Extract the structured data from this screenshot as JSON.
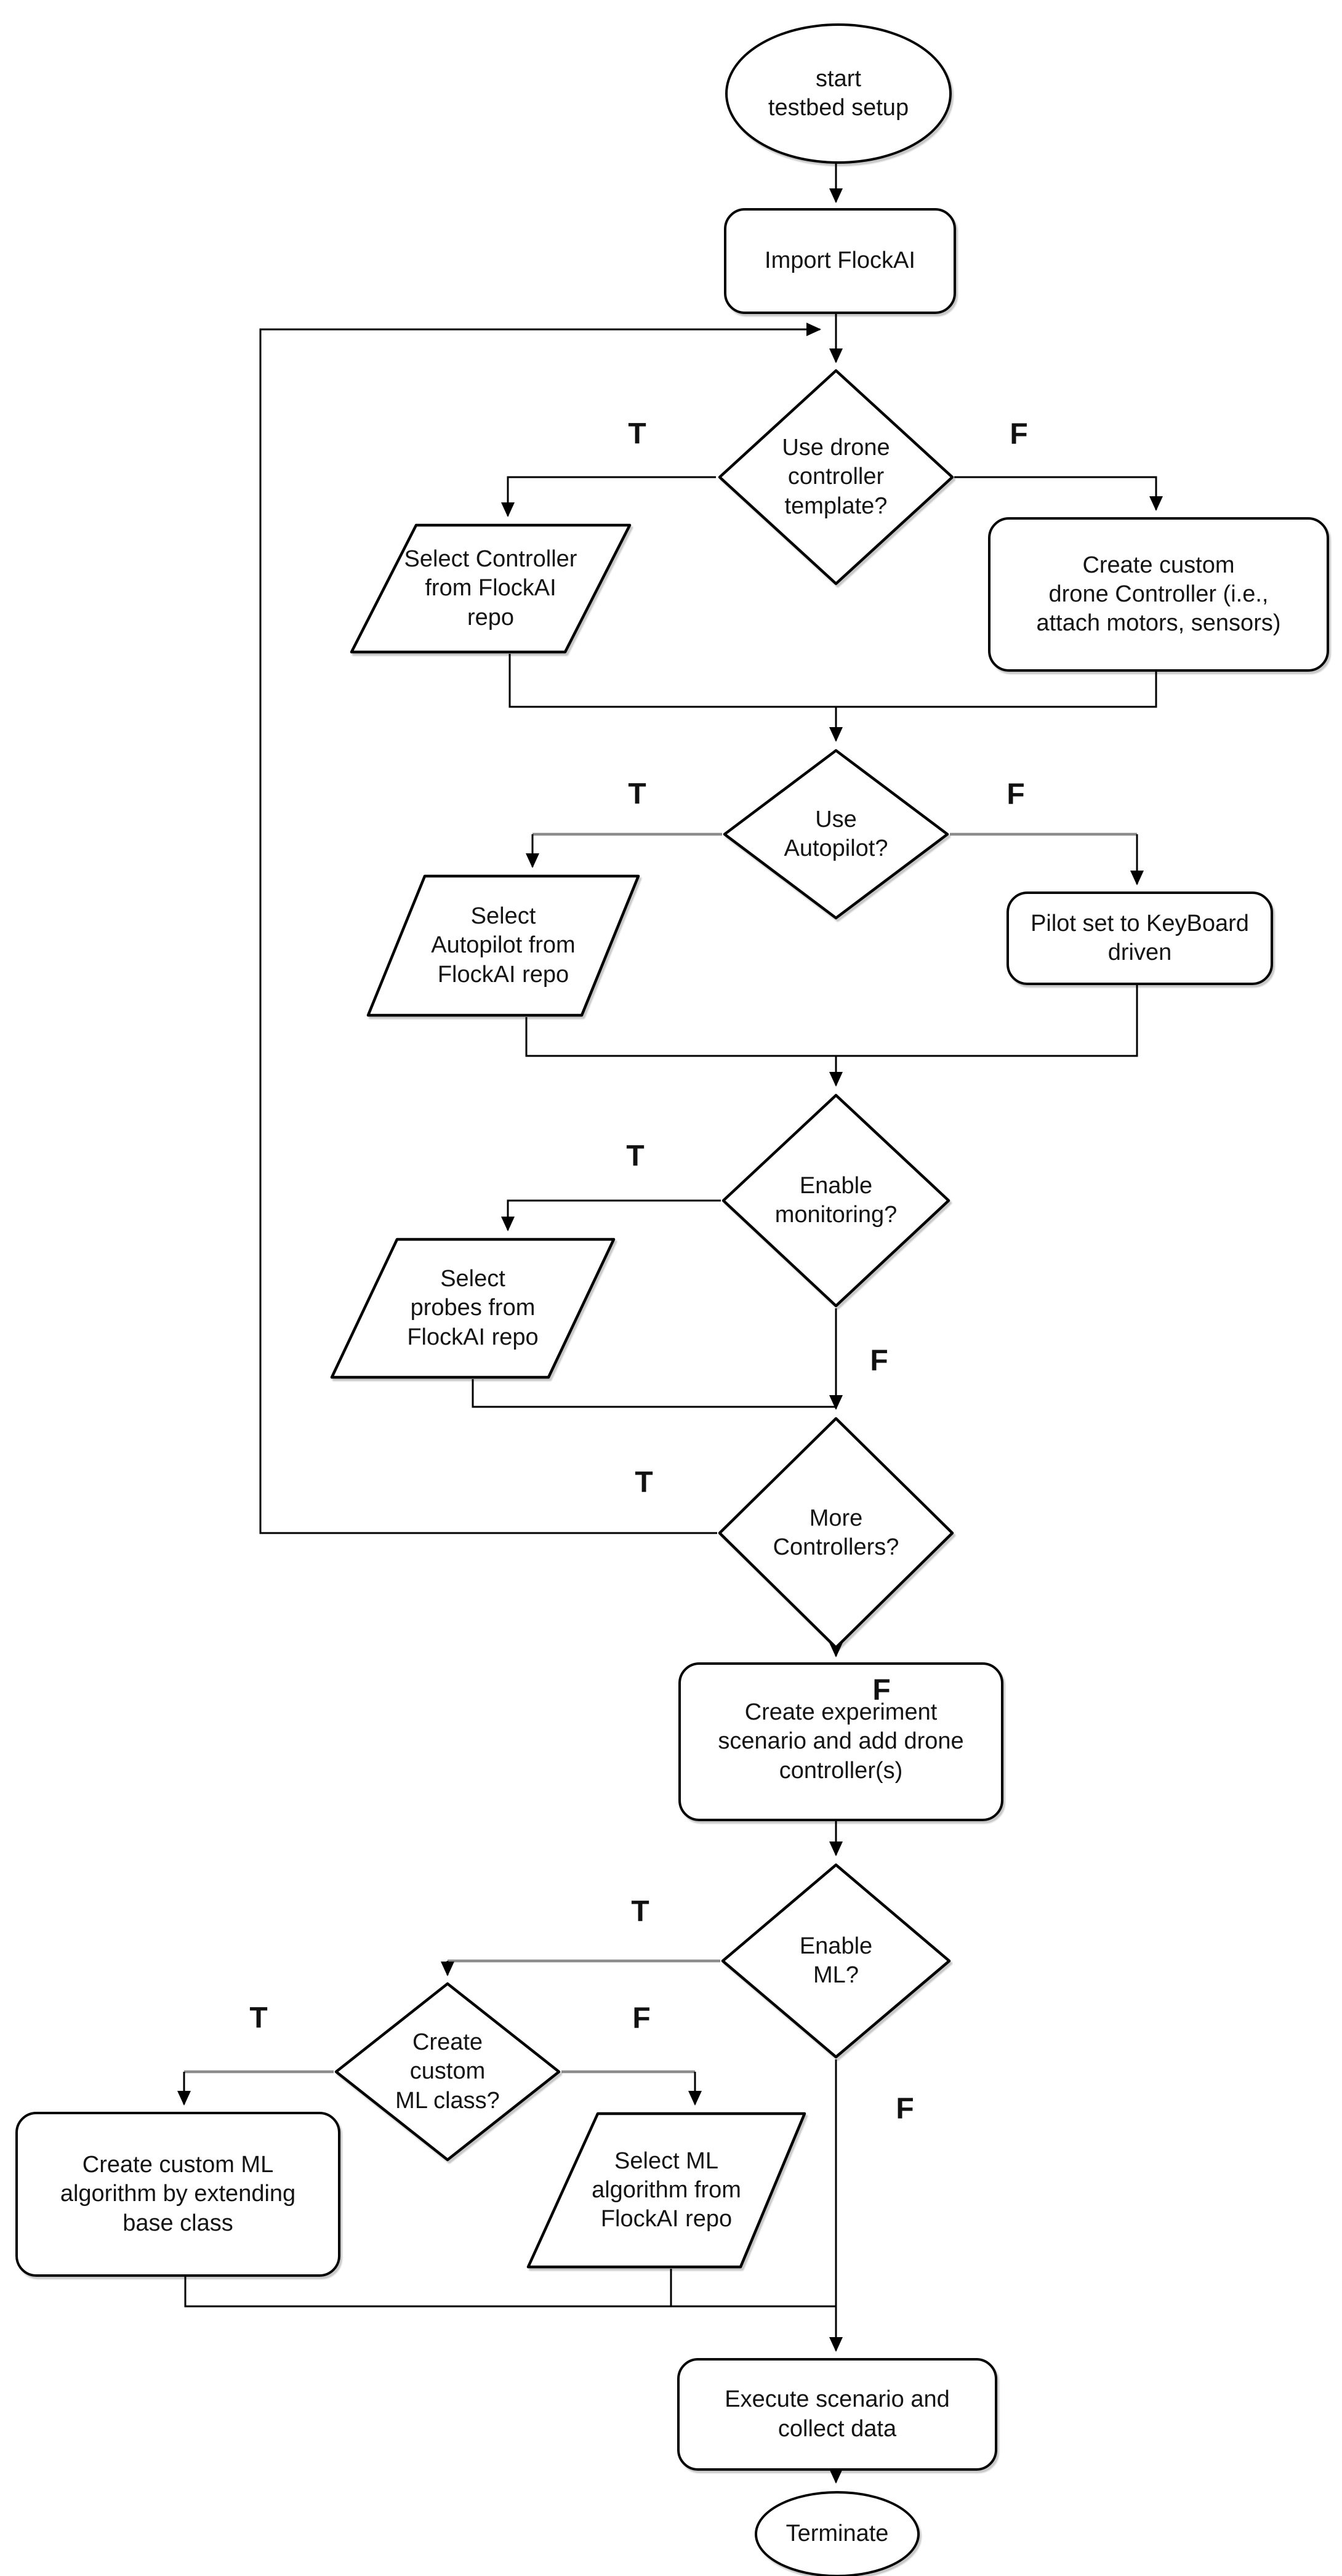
{
  "diagram": {
    "title_semantics": "FlockAI testbed setup flowchart",
    "colors": {
      "shape_stroke": "#000000",
      "connector": "#000000",
      "connector_gray": "#8c8c8c",
      "background": "#ffffff"
    },
    "nodes": {
      "start": {
        "label": "start\ntestbed setup"
      },
      "import": {
        "label": "Import FlockAI"
      },
      "d1": {
        "label": "Use drone\ncontroller\ntemplate?"
      },
      "p1": {
        "label": "Select Controller\nfrom FlockAI\nrepo"
      },
      "r1": {
        "label": "Create custom\ndrone Controller (i.e.,\nattach motors, sensors)"
      },
      "d2": {
        "label": "Use\nAutopilot?"
      },
      "p2": {
        "label": "Select\nAutopilot from\nFlockAI repo"
      },
      "r2": {
        "label": "Pilot set to KeyBoard\ndriven"
      },
      "d3": {
        "label": "Enable\nmonitoring?"
      },
      "p3": {
        "label": "Select\nprobes from\nFlockAI repo"
      },
      "d4": {
        "label": "More\nControllers?"
      },
      "r3": {
        "label": "Create experiment\nscenario and add drone\ncontroller(s)"
      },
      "d5": {
        "label": "Enable\nML?"
      },
      "d6": {
        "label": "Create\ncustom\nML class?"
      },
      "r4": {
        "label": "Create custom ML\nalgorithm by extending\nbase class"
      },
      "p4": {
        "label": "Select ML\nalgorithm from\nFlockAI repo"
      },
      "r5": {
        "label": "Execute scenario and\ncollect data"
      },
      "end": {
        "label": "Terminate"
      }
    },
    "branch_labels": {
      "t1": "T",
      "f1": "F",
      "t2": "T",
      "f2": "F",
      "t3": "T",
      "f3": "F",
      "t4": "T",
      "f4": "F",
      "t5": "T",
      "f5": "F",
      "t6": "T",
      "f6": "F"
    }
  }
}
